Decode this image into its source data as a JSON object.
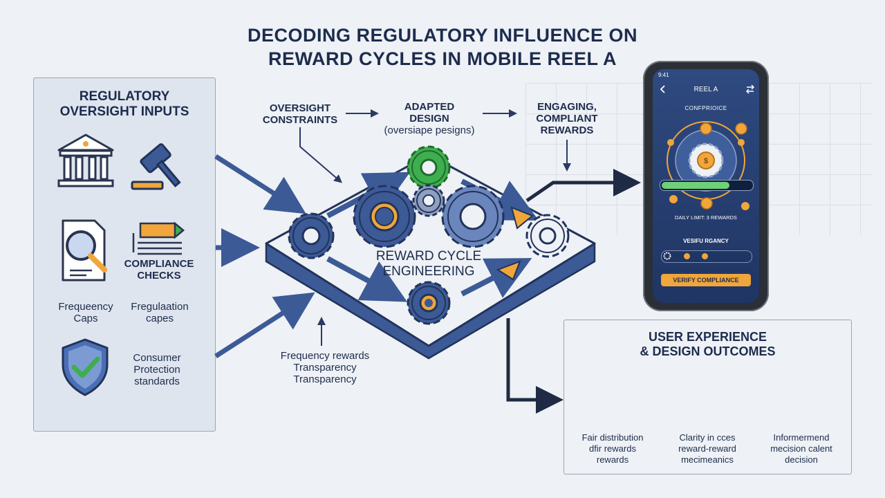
{
  "title": {
    "line1": "DECODING REGULATORY INFLUENCE ON",
    "line2": "REWARD CYCLES IN MOBILE REEL A"
  },
  "left_panel": {
    "title_line1": "REGULATORY",
    "title_line2": "OVERSIGHT INPUTS",
    "compliance_line1": "COMPLIANCE",
    "compliance_line2": "CHECKS",
    "frequency_line1": "Frequeency",
    "frequency_line2": "Caps",
    "regulation_line1": "Fregulaation",
    "regulation_line2": "capes",
    "consumer_line1": "Consumer",
    "consumer_line2": "Protection",
    "consumer_line3": "standards"
  },
  "flow": {
    "oversight_line1": "OVERSIGHT",
    "oversight_line2": "CONSTRAINTS",
    "adapted_line1": "ADAPTED",
    "adapted_line2": "DESIGN",
    "adapted_line3": "(oversiape pesigns)",
    "engaging_line1": "ENGAGING,",
    "engaging_line2": "COMPLIANT",
    "engaging_line3": "REWARDS",
    "platform_line1": "REWARD CYCLE",
    "platform_line2": "ENGINEERING",
    "bottom_line1": "Frequency rewards",
    "bottom_line2": "Transparency",
    "bottom_line3": "Transparency"
  },
  "phone": {
    "status_time": "9:41",
    "app_title": "REEL A",
    "back_icon": "chevron-left-icon",
    "menu_icon": "swap-icon",
    "section_label": "CONFPRIOICE",
    "reel_progress": 0.75,
    "daily_limit": "DAILY LIMIT: 3 REWARDS",
    "verify_heading": "VESIFU RGANCY",
    "verify_button": "VERIFY COMPLIANCE"
  },
  "right_panel": {
    "title_line1": "USER EXPERIENCE",
    "title_line2": "& DESIGN OUTCOMES",
    "fair_line1": "Fair distribution",
    "fair_line2": "dfir rewards",
    "fair_line3": "rewards",
    "clarity_line1": "Clarity in cces",
    "clarity_line2": "reward-reward",
    "clarity_line3": "mecimeanics",
    "informed_line1": "Informermend",
    "informed_line2": "mecision calent",
    "informed_line3": "decision"
  },
  "icons": {
    "government": "government-building-icon",
    "gavel": "gavel-icon",
    "magnifier": "document-magnifier-icon",
    "checklist": "checklist-icon",
    "shield": "shield-check-icon",
    "scale": "balance-scale-icon",
    "jar": "coin-jar-icon",
    "user": "user-question-icon"
  },
  "colors": {
    "navy": "#2f4a80",
    "accent_orange": "#f0a63a",
    "accent_green": "#3fae4f",
    "panel_border": "#9aa6b8"
  }
}
